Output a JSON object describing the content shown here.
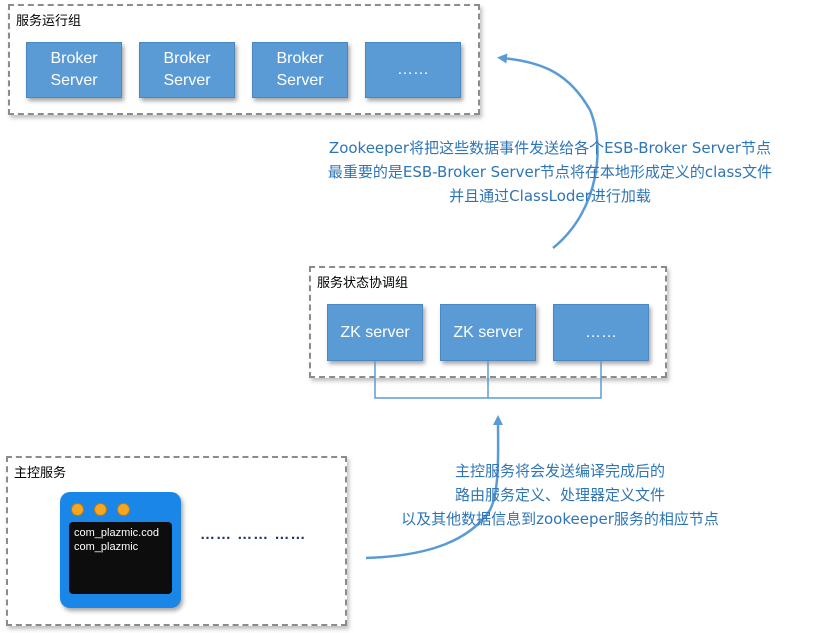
{
  "groups": {
    "service_run": {
      "title": "服务运行组",
      "nodes": [
        "Broker\nServer",
        "Broker\nServer",
        "Broker\nServer",
        "……"
      ]
    },
    "coordination": {
      "title": "服务状态协调组",
      "nodes": [
        "ZK server",
        "ZK server",
        "……"
      ]
    },
    "master": {
      "title": "主控服务",
      "console_lines": [
        "com_plazmic.cod",
        "com_plazmic"
      ],
      "ellipsis": "…… …… ……"
    }
  },
  "notes": {
    "upper": [
      "Zookeeper将把这些数据事件发送给各个ESB-Broker Server节点",
      "最重要的是ESB-Broker Server节点将在本地形成定义的class文件",
      "并且通过ClassLoder进行加载"
    ],
    "lower": [
      "主控服务将会发送编译完成后的",
      "路由服务定义、处理器定义文件",
      "以及其他数据信息到zookeeper服务的相应节点"
    ]
  },
  "colors": {
    "node_fill": "#5b9bd5",
    "arrow": "#5b9bd5",
    "note_text": "#2e75b6",
    "console_body": "#1a86e8",
    "console_lights": "#f5a623"
  }
}
